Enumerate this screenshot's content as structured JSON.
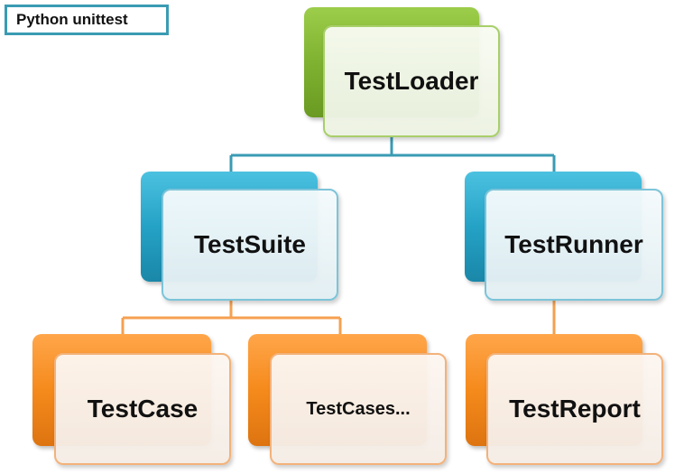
{
  "diagram": {
    "title": "Python unittest",
    "nodes": {
      "loader": "TestLoader",
      "suite": "TestSuite",
      "runner": "TestRunner",
      "case": "TestCase",
      "cases": "TestCases...",
      "report": "TestReport"
    },
    "colors": {
      "green": "#7fb230",
      "blue": "#24a2c6",
      "orange": "#f58a1c",
      "teal_connector": "#3a9bb3",
      "orange_connector": "#f5a050"
    }
  }
}
